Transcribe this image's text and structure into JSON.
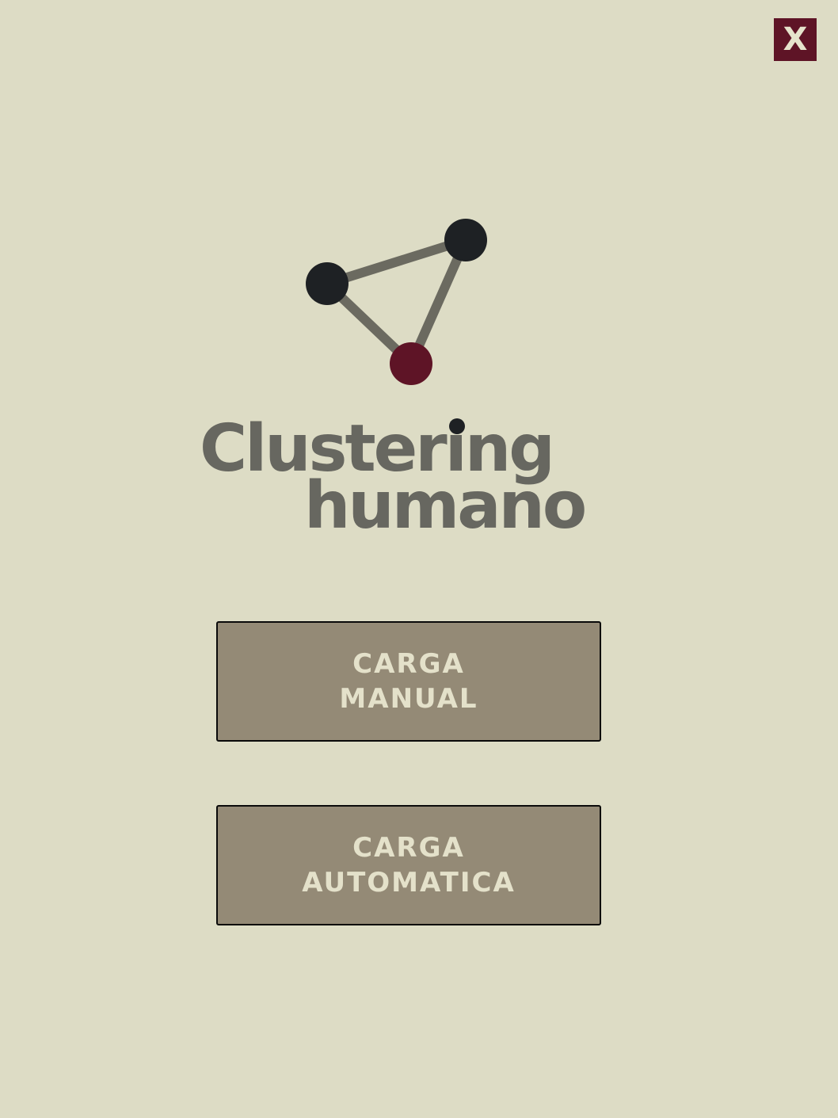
{
  "close_button": {
    "label": "X",
    "color": "#5e1426"
  },
  "logo": {
    "icon": "cluster-graph-icon",
    "node_color_dark": "#1e2124",
    "node_color_accent": "#5e1426",
    "edge_color": "#6b6a60"
  },
  "title": {
    "line1": "Clustering",
    "line2": "humano"
  },
  "buttons": {
    "manual": {
      "line1": "CARGA",
      "line2": "MANUAL"
    },
    "automatic": {
      "line1": "CARGA",
      "line2": "AUTOMATICA"
    }
  },
  "colors": {
    "background": "#dddcc5",
    "button_fill": "#948a76",
    "button_text": "#e4e1ca",
    "title_text": "#676760"
  }
}
